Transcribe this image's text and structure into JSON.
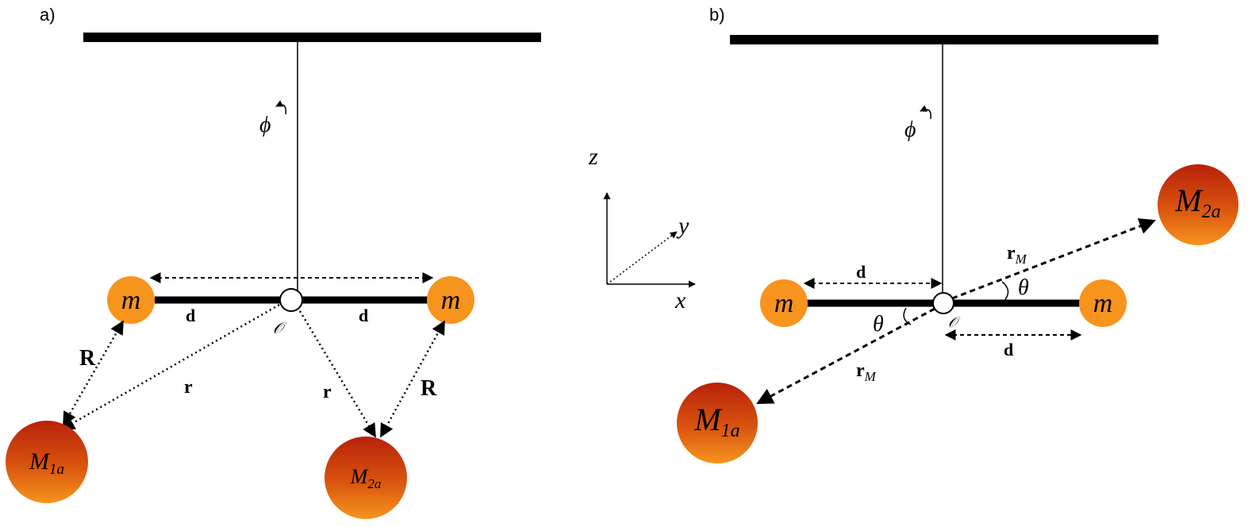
{
  "panels": {
    "a": {
      "label": "a)",
      "phi": "ϕ",
      "mass_left": "m",
      "mass_right": "m",
      "d_left": "d",
      "d_right": "d",
      "origin": "𝒪",
      "R_left": "R",
      "R_right": "R",
      "r_left": "r",
      "r_right": "r",
      "M1": {
        "base": "M",
        "sub": "1a"
      },
      "M2": {
        "base": "M",
        "sub": "2a"
      }
    },
    "b": {
      "label": "b)",
      "phi": "ϕ",
      "mass_left": "m",
      "mass_right": "m",
      "d_top": "d",
      "d_bottom": "d",
      "origin": "𝒪",
      "theta_upper": "θ",
      "theta_lower": "θ",
      "rM_upper": {
        "base": "r",
        "sub": "M"
      },
      "rM_lower": {
        "base": "r",
        "sub": "M"
      },
      "M1": {
        "base": "M",
        "sub": "1a"
      },
      "M2": {
        "base": "M",
        "sub": "2a"
      }
    }
  },
  "axes": {
    "z": "z",
    "y": "y",
    "x": "x"
  },
  "colors": {
    "small_mass": "#F7941D",
    "large_mass_top": "#B8210A",
    "large_mass_bottom": "#F7941D",
    "line": "#000000"
  }
}
